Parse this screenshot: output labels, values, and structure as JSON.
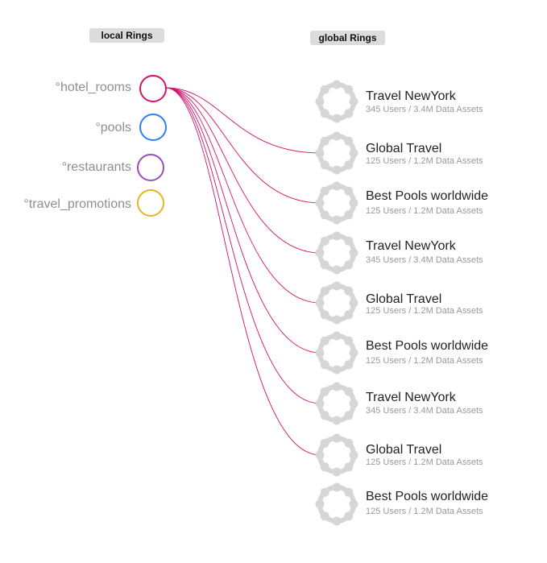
{
  "headers": {
    "local": "local Rings",
    "global": "global Rings"
  },
  "local_rings": [
    {
      "name": "°hotel_rooms",
      "color": "#d4146a"
    },
    {
      "name": "°pools",
      "color": "#2d7ff9"
    },
    {
      "name": "°restaurants",
      "color": "#9b4db5"
    },
    {
      "name": "°travel_promotions",
      "color": "#e6b422"
    }
  ],
  "global_rings": [
    {
      "title": "Travel NewYork",
      "subtitle": "345 Users  /  3.4M Data Assets"
    },
    {
      "title": "Global Travel",
      "subtitle": "125 Users / 1.2M Data Assets"
    },
    {
      "title": "Best Pools worldwide",
      "subtitle": "125 Users /  1.2M Data Assets"
    },
    {
      "title": "Travel NewYork",
      "subtitle": "345 Users  /  3.4M Data Assets"
    },
    {
      "title": "Global Travel",
      "subtitle": "125 Users / 1.2M Data Assets"
    },
    {
      "title": "Best Pools worldwide",
      "subtitle": "125 Users /  1.2M Data Assets"
    },
    {
      "title": "Travel NewYork",
      "subtitle": "345 Users  /  3.4M Data Assets"
    },
    {
      "title": "Global Travel",
      "subtitle": "125 Users / 1.2M Data Assets"
    },
    {
      "title": "Best Pools worldwide",
      "subtitle": "125 Users /  1.2M Data Assets"
    }
  ],
  "connections": {
    "from": 0,
    "to": [
      1,
      2,
      3,
      4,
      5,
      6,
      7
    ]
  },
  "colors": {
    "link": "#d4146a",
    "global_ring": "#d6d6d6"
  }
}
